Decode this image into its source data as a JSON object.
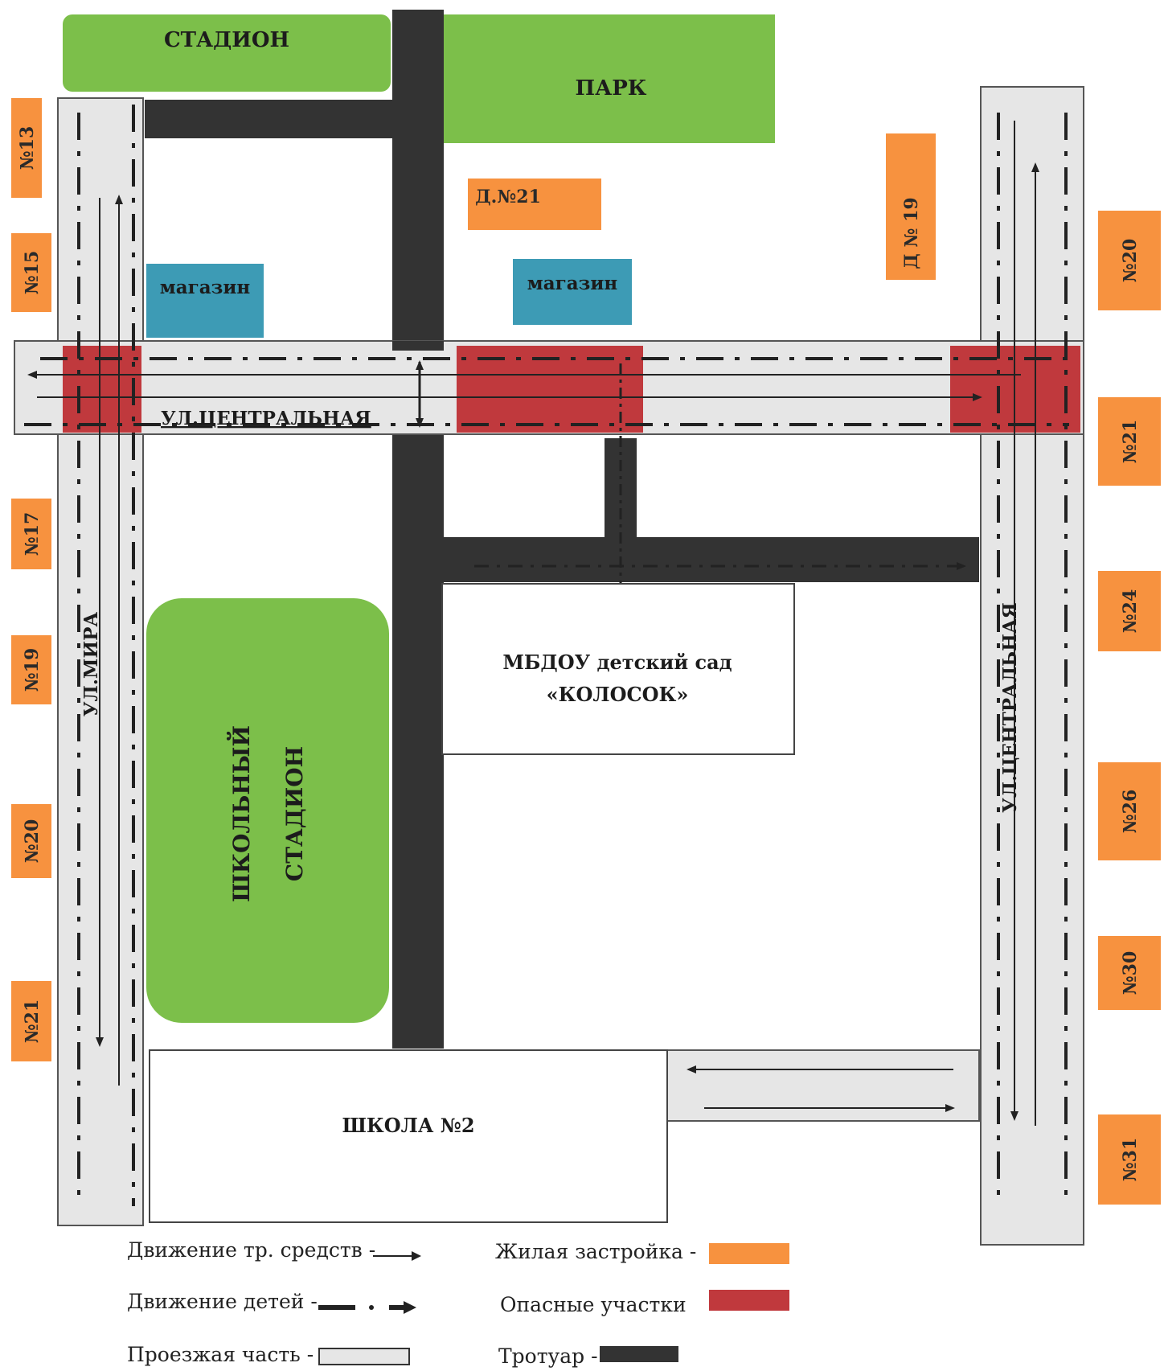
{
  "areas": {
    "stadium": "СТАДИОН",
    "park": "ПАРК",
    "school_stadium_line1": "ШКОЛЬНЫЙ",
    "school_stadium_line2": "СТАДИОН"
  },
  "shops": {
    "left": "магазин",
    "right": "магазин"
  },
  "institutions": {
    "kindergarten_line1": "МБДОУ детский сад",
    "kindergarten_line2": "«КОЛОСОК»",
    "school": "ШКОЛА №2"
  },
  "streets": {
    "central_horizontal": "УЛ.ЦЕНТРАЛЬНАЯ",
    "mira": "УЛ.МИРА",
    "central_vertical": "УЛ.ЦЕНТРАЛЬНАЯ"
  },
  "houses": {
    "left": [
      "№13",
      "№15",
      "№17",
      "№19",
      "№20",
      "№21"
    ],
    "right": [
      "№20",
      "№21",
      "№24",
      "№26",
      "№30",
      "№31"
    ],
    "d21": "Д.№21",
    "d19": "Д № 19"
  },
  "legend": {
    "vehicles": "Движение тр. средств -",
    "children": "Движение детей -",
    "roadway": "Проезжая часть -",
    "residential": "Жилая застройка -",
    "danger": "Опасные участки",
    "sidewalk": "Тротуар -"
  },
  "colors": {
    "green": "#7cbf4a",
    "orange": "#f7923f",
    "danger": "#c0393d",
    "shop": "#3d9bb5",
    "sidewalk": "#333333",
    "roadway": "#e6e6e6"
  }
}
